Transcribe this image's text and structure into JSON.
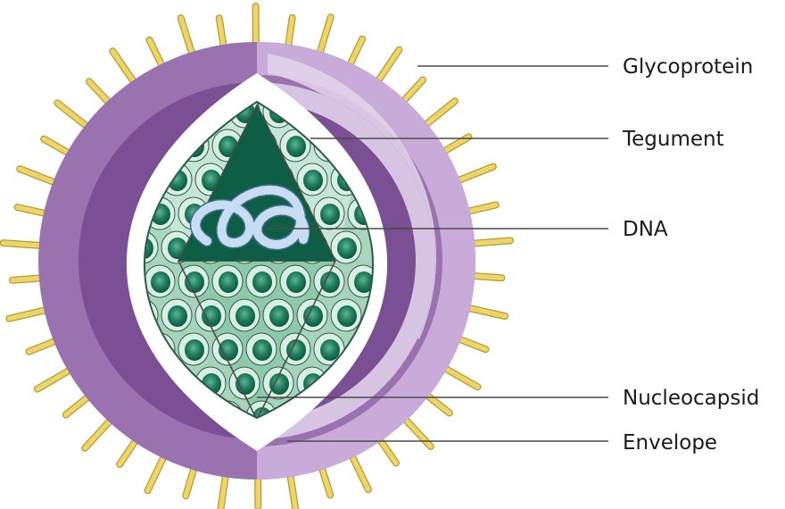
{
  "diagram": {
    "labels": {
      "glycoprotein": "Glycoprotein",
      "tegument": "Tegument",
      "dna": "DNA",
      "nucleocapsid": "Nucleocapsid",
      "envelope": "Envelope"
    },
    "colors": {
      "envelope_outer": "#9b72b0",
      "envelope_dark": "#7b4f94",
      "envelope_light": "#d7c4e2",
      "spike": "#e8cf5a",
      "capsid_face_light": "#b6dcc9",
      "capsid_face_mid": "#8fc7ad",
      "capsid_dark": "#0d5e45",
      "capsomere": "#2a8a6a",
      "dna_strand": "#a9c6e8"
    }
  }
}
